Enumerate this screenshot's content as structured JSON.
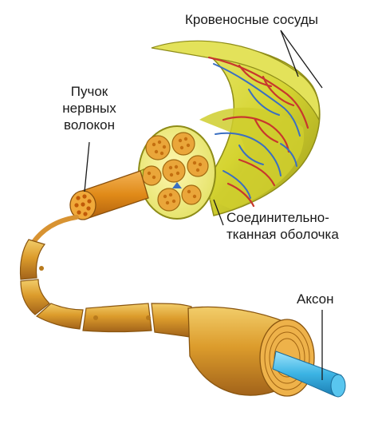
{
  "labels": {
    "blood_vessels": "Кровеносные сосуды",
    "fiber_bundle_line1": "Пучок",
    "fiber_bundle_line2": "нервных",
    "fiber_bundle_line3": "волокон",
    "connective_line1": "Соединительно-",
    "connective_line2": "тканная оболочка",
    "axon": "Аксон"
  },
  "colors": {
    "nerve_yellow": "#d9d83a",
    "nerve_dark": "#a9a81c",
    "vessel_red": "#c8372d",
    "vessel_blue": "#3a6fc2",
    "fiber_orange": "#e39420",
    "myelin_gold": "#dea233",
    "axon_blue": "#3fb8e6"
  }
}
